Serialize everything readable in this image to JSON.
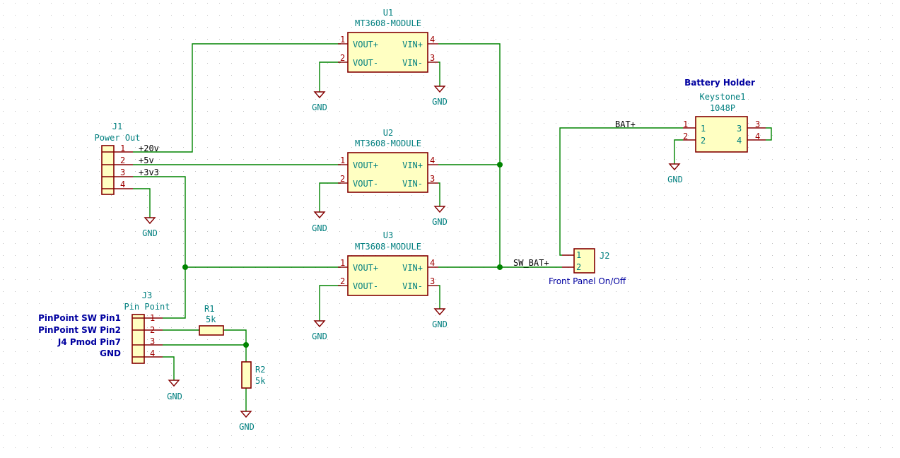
{
  "modules": {
    "u1": {
      "ref": "U1",
      "value": "MT3608-MODULE"
    },
    "u2": {
      "ref": "U2",
      "value": "MT3608-MODULE"
    },
    "u3": {
      "ref": "U3",
      "value": "MT3608-MODULE"
    },
    "pins": {
      "p1": "1",
      "p2": "2",
      "p3": "3",
      "p4": "4",
      "vout_plus": "VOUT+",
      "vout_minus": "VOUT-",
      "vin_plus": "VIN+",
      "vin_minus": "VIN-"
    }
  },
  "j1": {
    "ref": "J1",
    "value": "Power Out",
    "pins": [
      "1",
      "2",
      "3",
      "4"
    ]
  },
  "j3": {
    "ref": "J3",
    "value": "Pin Point",
    "pins": [
      "1",
      "2",
      "3",
      "4"
    ],
    "notes": [
      "PinPoint SW Pin1",
      "PinPoint SW Pin2",
      "J4 Pmod Pin7",
      "GND"
    ]
  },
  "j2": {
    "ref": "J2",
    "value": "Front Panel On/Off",
    "pins": [
      "1",
      "2"
    ]
  },
  "battery": {
    "note": "Battery Holder",
    "ref": "Keystone1",
    "value": "1048P",
    "pins_out": [
      "1",
      "2",
      "3",
      "4"
    ],
    "pins_in": [
      "1",
      "2",
      "3",
      "4"
    ]
  },
  "r1": {
    "ref": "R1",
    "value": "5k"
  },
  "r2": {
    "ref": "R2",
    "value": "5k"
  },
  "nets": {
    "v20": "+20v",
    "v5": "+5v",
    "v3v3": "+3v3",
    "sw_bat": "SW_BAT+",
    "bat": "BAT+"
  },
  "gnd_label": "GND",
  "colors": {
    "wire": "#008400",
    "symbol": "#840000",
    "fill": "#ffffc2",
    "ref": "#007f7f",
    "note": "#0000a0",
    "grid": "#c0c0c0",
    "junction": "#008400"
  }
}
